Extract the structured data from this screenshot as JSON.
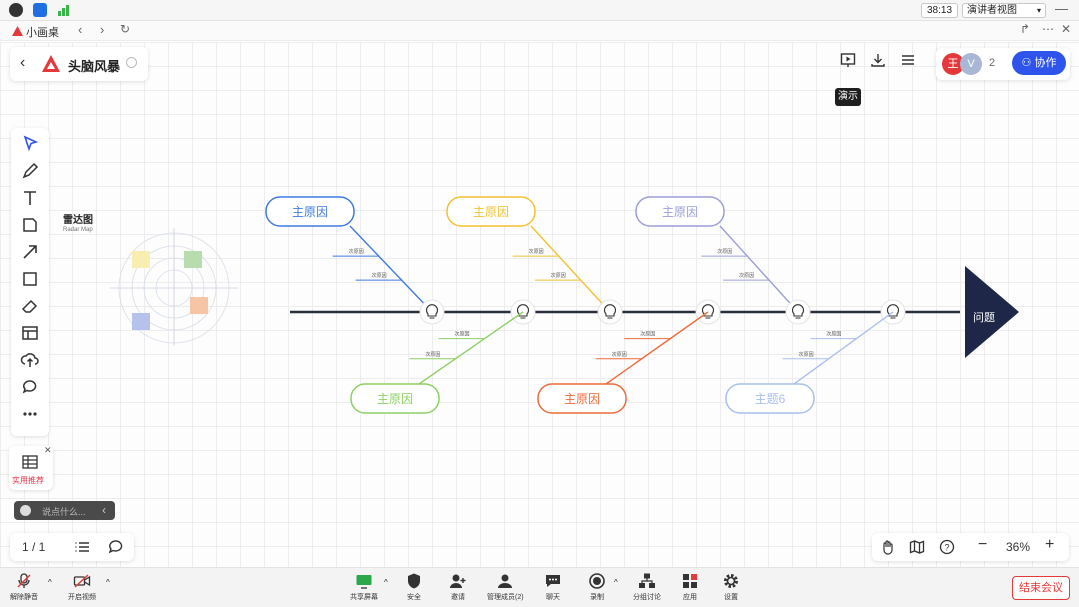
{
  "system": {
    "timer": "38:13",
    "presenter_view": "演讲者视图"
  },
  "app": {
    "name": "小画桌"
  },
  "document": {
    "title": "头脑风暴"
  },
  "toolbar": {
    "present_tooltip": "演示"
  },
  "collab": {
    "avatar_text": "王",
    "avatar2_text": "V",
    "count": "2",
    "button_label": "协作"
  },
  "radar": {
    "title": "雷达图",
    "subtitle": "Radar Map"
  },
  "fishbone": {
    "head_label": "问题",
    "top_causes": [
      {
        "label": "主原因",
        "color": "#3e7be0",
        "subs": [
          "次原因",
          "次原因"
        ]
      },
      {
        "label": "主原因",
        "color": "#f2c232",
        "subs": [
          "次原因",
          "次原因"
        ]
      },
      {
        "label": "主原因",
        "color": "#9b9fd8",
        "subs": [
          "次原因",
          "次原因"
        ]
      }
    ],
    "bottom_causes": [
      {
        "label": "主原因",
        "color": "#8dcf63",
        "subs": [
          "次原因",
          "次原因"
        ]
      },
      {
        "label": "主原因",
        "color": "#ec6b3a",
        "subs": [
          "次原因",
          "次原因"
        ]
      },
      {
        "label": "主题6",
        "color": "#a8c0ec",
        "subs": [
          "次原因",
          "次原因"
        ]
      }
    ]
  },
  "recommend": {
    "label": "实用推荐"
  },
  "comment": {
    "placeholder": "说点什么..."
  },
  "pagination": {
    "page": "1 / 1"
  },
  "zoom": {
    "level": "36%"
  },
  "meeting_bar": {
    "unmute": "解除静音",
    "start_video": "开启视频",
    "share_screen": "共享屏幕",
    "security": "安全",
    "invite": "邀请",
    "manage_members": "管理成员(2)",
    "chat": "聊天",
    "record": "录制",
    "breakout": "分组讨论",
    "apps": "应用",
    "settings": "设置",
    "end_meeting": "结束会议"
  },
  "colors": {
    "accent": "#2f54eb",
    "danger": "#e33a3a",
    "dark_navy": "#1e2747"
  }
}
